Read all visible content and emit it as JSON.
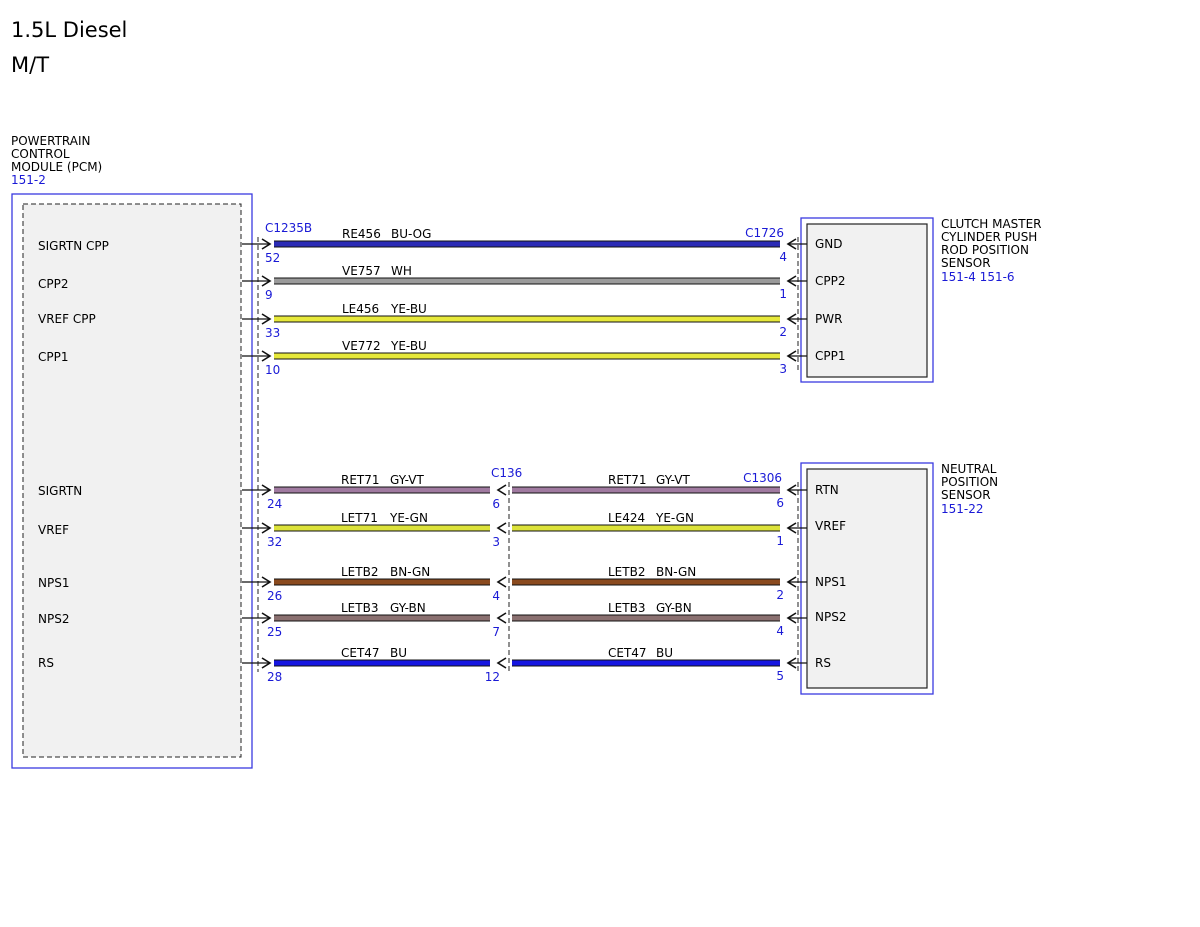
{
  "header": {
    "line1": "1.5L Diesel",
    "line2": "M/T"
  },
  "colors": {
    "box": "#3a3ae0",
    "ref_text": "#1a1ad6",
    "BU-OG": "#2b2bb5",
    "WH": "#9a9a9a",
    "YE-BU": "#e6e83a",
    "GY-VT": "#a07aa0",
    "YE-GN": "#dce23a",
    "BN-GN": "#8a4a1e",
    "GY-BN": "#8a7070",
    "BU": "#1616e0"
  },
  "pcm": {
    "title": [
      "POWERTRAIN",
      "CONTROL",
      "MODULE (PCM)"
    ],
    "ref": "151-2",
    "pins": [
      "SIGRTN CPP",
      "CPP2",
      "VREF CPP",
      "CPP1",
      "SIGRTN",
      "VREF",
      "NPS1",
      "NPS2",
      "RS"
    ]
  },
  "connectors": {
    "pcm": "C1235B",
    "clutch": "C1726",
    "inline": "C136",
    "neutral": "C1306"
  },
  "clutch_sensor": {
    "title": [
      "CLUTCH MASTER",
      "CYLINDER PUSH",
      "ROD POSITION",
      "SENSOR"
    ],
    "ref": "151-4  151-6",
    "pins": [
      "GND",
      "CPP2",
      "PWR",
      "CPP1"
    ]
  },
  "neutral_sensor": {
    "title": [
      "NEUTRAL",
      "POSITION",
      "SENSOR"
    ],
    "ref": "151-22",
    "pins": [
      "RTN",
      "VREF",
      "NPS1",
      "NPS2",
      "RS"
    ]
  },
  "circuits_top": [
    {
      "circuit": "RE456",
      "color": "BU-OG",
      "pcm_pin": "52",
      "sensor_pin": "4"
    },
    {
      "circuit": "VE757",
      "color": "WH",
      "pcm_pin": "9",
      "sensor_pin": "1"
    },
    {
      "circuit": "LE456",
      "color": "YE-BU",
      "pcm_pin": "33",
      "sensor_pin": "2"
    },
    {
      "circuit": "VE772",
      "color": "YE-BU",
      "pcm_pin": "10",
      "sensor_pin": "3"
    }
  ],
  "circuits_bottom": [
    {
      "circuit_a": "RET71",
      "color_a": "GY-VT",
      "pcm_pin": "24",
      "inline_pin": "6",
      "circuit_b": "RET71",
      "color_b": "GY-VT",
      "sensor_pin": "6"
    },
    {
      "circuit_a": "LET71",
      "color_a": "YE-GN",
      "pcm_pin": "32",
      "inline_pin": "3",
      "circuit_b": "LE424",
      "color_b": "YE-GN",
      "sensor_pin": "1"
    },
    {
      "circuit_a": "LETB2",
      "color_a": "BN-GN",
      "pcm_pin": "26",
      "inline_pin": "4",
      "circuit_b": "LETB2",
      "color_b": "BN-GN",
      "sensor_pin": "2"
    },
    {
      "circuit_a": "LETB3",
      "color_a": "GY-BN",
      "pcm_pin": "25",
      "inline_pin": "7",
      "circuit_b": "LETB3",
      "color_b": "GY-BN",
      "sensor_pin": "4"
    },
    {
      "circuit_a": "CET47",
      "color_a": "BU",
      "pcm_pin": "28",
      "inline_pin": "12",
      "circuit_b": "CET47",
      "color_b": "BU",
      "sensor_pin": "5"
    }
  ]
}
